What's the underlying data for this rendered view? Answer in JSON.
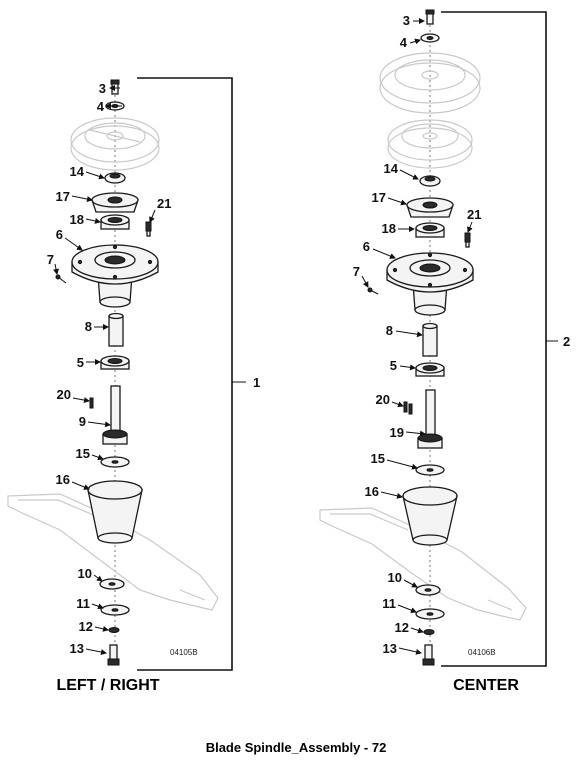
{
  "footer_title": "Blade Spindle_Assembly - 72",
  "left_assembly": {
    "caption": "LEFT / RIGHT",
    "drawing_code": "04105B",
    "assembly_ref": "1",
    "callouts": [
      "3",
      "4",
      "14",
      "17",
      "18",
      "21",
      "6",
      "7",
      "8",
      "5",
      "20",
      "9",
      "15",
      "16",
      "10",
      "11",
      "12",
      "13"
    ]
  },
  "center_assembly": {
    "caption": "CENTER",
    "drawing_code": "04106B",
    "assembly_ref": "2",
    "callouts": [
      "3",
      "4",
      "14",
      "17",
      "18",
      "21",
      "6",
      "7",
      "8",
      "5",
      "20",
      "19",
      "15",
      "16",
      "10",
      "11",
      "12",
      "13"
    ]
  }
}
